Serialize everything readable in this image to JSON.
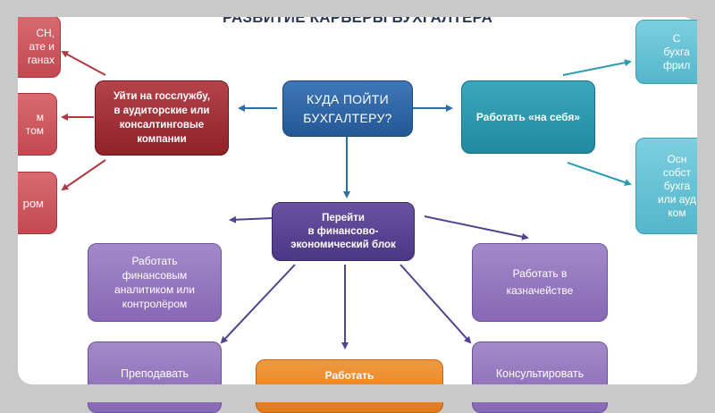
{
  "title": "РАЗВИТИЕ КАРЬЕРЫ БУХГАЛТЕРА",
  "nodes": {
    "center": "КУДА ПОЙТИ\nБУХГАЛТЕРУ?",
    "left_main": "Уйти на госслужбу,\nв аудиторские или\nконсалтинговые\nкомпании",
    "right_main": "Работать «на себя»",
    "bottom_main": "Перейти\nв финансово-\nэкономический блок",
    "left_edge_1": "СН,\nате и\nганах",
    "left_edge_2": "м\nтом",
    "left_edge_3": "ром",
    "right_edge_1": "С\nбухга\nфрил",
    "right_edge_2": "Осн\nсобст\nбухга\nили ауд\nком",
    "analyst": "Работать\nфинансовым\nаналитиком или\nконтролёром",
    "treasury": "Работать в\nказначействе",
    "teach": "Преподавать",
    "work_orange": "Работать",
    "consult": "Консультировать"
  },
  "colors": {
    "arrow": "#2e6fa8",
    "arrow_red": "#b13a40",
    "arrow_teal": "#2a9bb1",
    "arrow_purple": "#55428f"
  }
}
